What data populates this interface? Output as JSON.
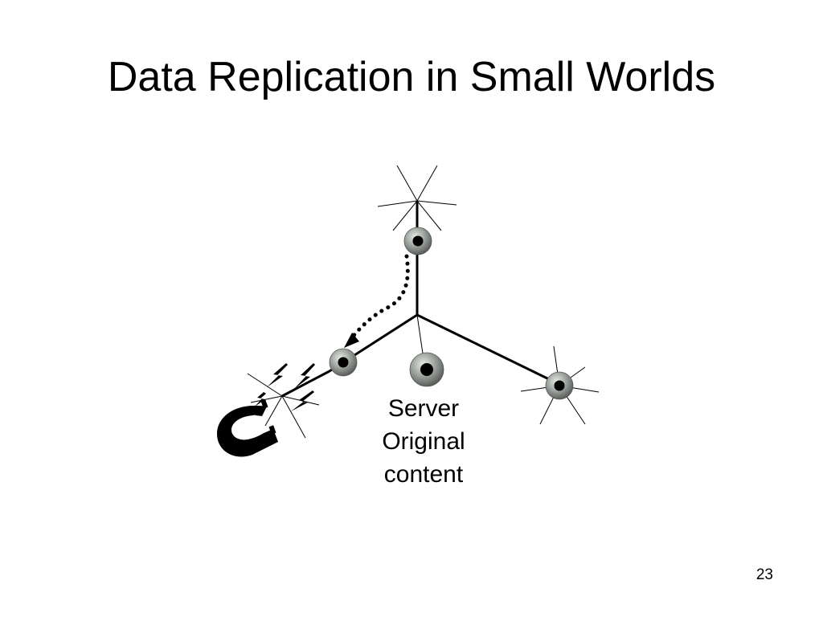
{
  "slide": {
    "title": "Data Replication in Small Worlds",
    "page_number": "23"
  },
  "diagram": {
    "server_label": {
      "line1": "Server",
      "line2": "Original",
      "line3": "content"
    },
    "colors": {
      "line": "#000000",
      "disc_dark": "#6f7470",
      "disc_light": "#d9dcd8",
      "disc_hole": "#000000"
    },
    "icons": [
      "cd-disc-icon",
      "magnet-icon",
      "lightning-icon",
      "dotted-arrow-icon"
    ]
  }
}
